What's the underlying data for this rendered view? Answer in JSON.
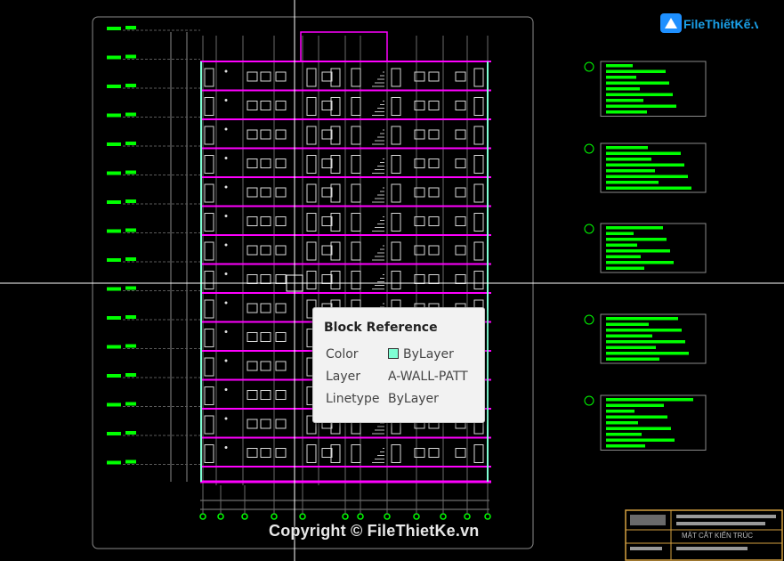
{
  "logo": {
    "text": "FileThiếtKế.vn"
  },
  "tooltip": {
    "title": "Block Reference",
    "rows": [
      {
        "label": "Color",
        "value": "ByLayer",
        "swatch": "#7fffd4"
      },
      {
        "label": "Layer",
        "value": "A-WALL-PATT"
      },
      {
        "label": "Linetype",
        "value": "ByLayer"
      }
    ]
  },
  "watermark": "Copyright © FileThietKe.vn",
  "title_block": {
    "drawing_title": "MẶT CẮT KIẾN TRÚC"
  },
  "colors": {
    "background": "#000000",
    "floor_slab": "#ff00ff",
    "annotation": "#00ff00",
    "frame": "#8a8a8a",
    "crosshair": "#ffffff",
    "titleblock": "#d4a040"
  }
}
